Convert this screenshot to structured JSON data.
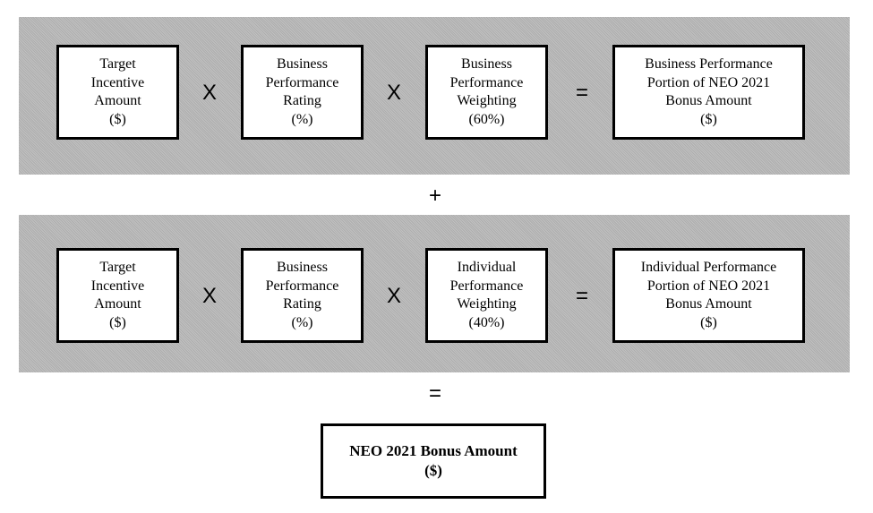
{
  "rows": [
    {
      "boxes": [
        {
          "lines": [
            "Target",
            "Incentive",
            "Amount",
            "($)"
          ]
        },
        {
          "lines": [
            "Business",
            "Performance",
            "Rating",
            "(%)"
          ]
        },
        {
          "lines": [
            "Business",
            "Performance",
            "Weighting",
            "(60%)"
          ]
        },
        {
          "lines": [
            "Business Performance",
            "Portion of NEO 2021",
            "Bonus Amount",
            "($)"
          ]
        }
      ],
      "operators": [
        "X",
        "X",
        "="
      ]
    },
    {
      "boxes": [
        {
          "lines": [
            "Target",
            "Incentive",
            "Amount",
            "($)"
          ]
        },
        {
          "lines": [
            "Business",
            "Performance",
            "Rating",
            "(%)"
          ]
        },
        {
          "lines": [
            "Individual",
            "Performance",
            "Weighting",
            "(40%)"
          ]
        },
        {
          "lines": [
            "Individual Performance",
            "Portion of NEO 2021",
            "Bonus Amount",
            "($)"
          ]
        }
      ],
      "operators": [
        "X",
        "X",
        "="
      ]
    }
  ],
  "plus_operator": "+",
  "equals_operator": "=",
  "result": {
    "lines": [
      "NEO 2021 Bonus Amount",
      "($)"
    ]
  }
}
